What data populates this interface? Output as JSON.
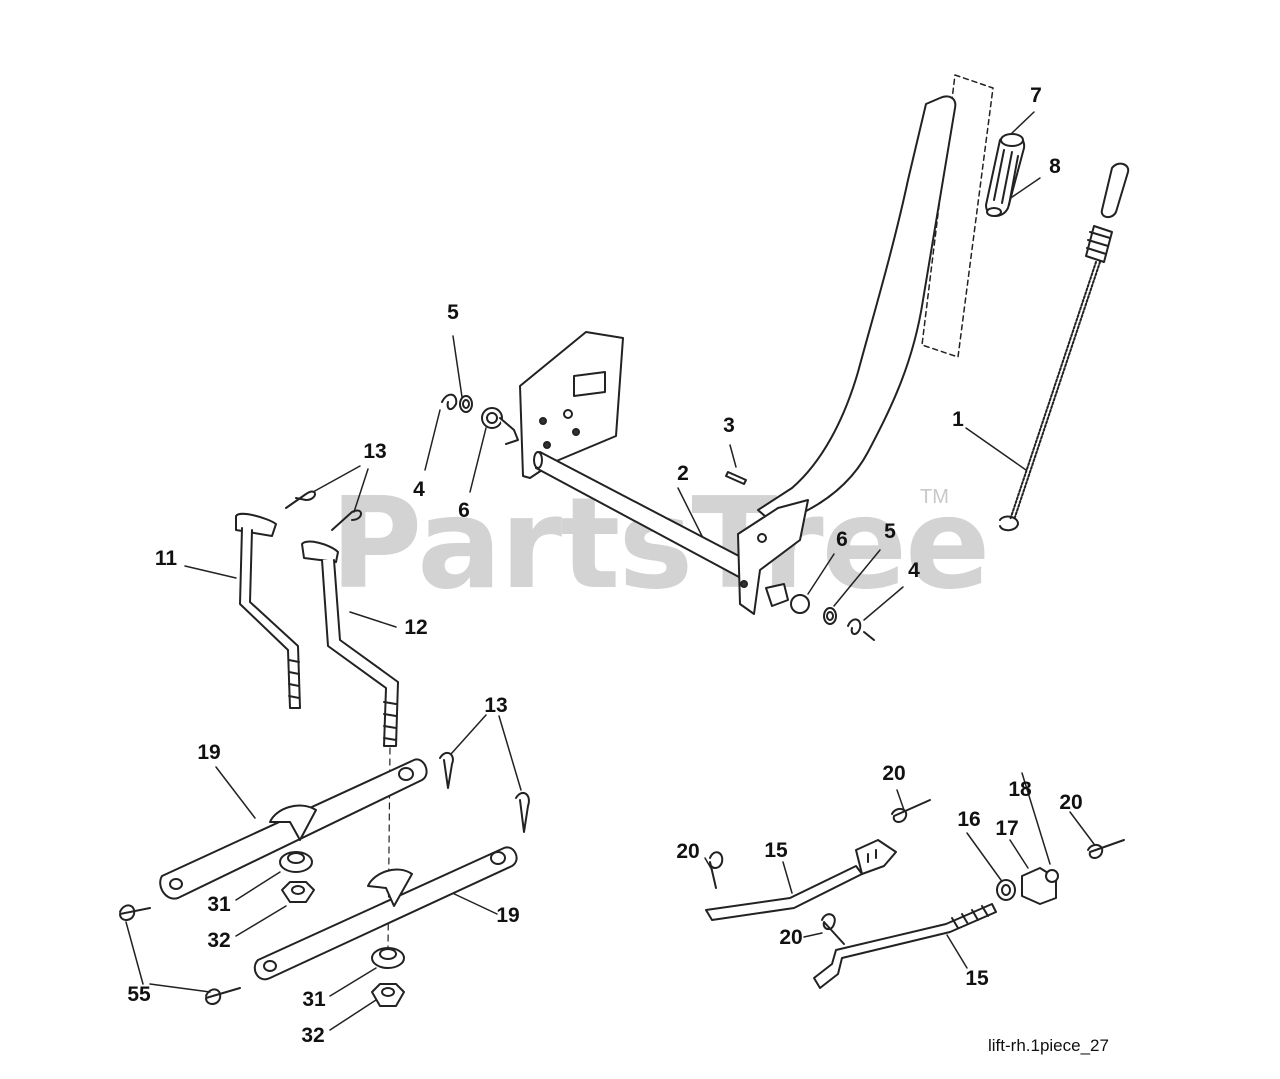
{
  "watermark": {
    "text": "PartsTree",
    "tm": "TM"
  },
  "caption": "lift-rh.1piece_27",
  "callouts": {
    "p1": "1",
    "p2": "2",
    "p3": "3",
    "p4a": "4",
    "p4b": "4",
    "p5a": "5",
    "p5b": "5",
    "p6a": "6",
    "p6b": "6",
    "p7": "7",
    "p8": "8",
    "p11": "11",
    "p12": "12",
    "p13a": "13",
    "p13b": "13",
    "p15a": "15",
    "p15b": "15",
    "p16": "16",
    "p17": "17",
    "p18": "18",
    "p19a": "19",
    "p19b": "19",
    "p20a": "20",
    "p20b": "20",
    "p20c": "20",
    "p20d": "20",
    "p31a": "31",
    "p31b": "31",
    "p32a": "32",
    "p32b": "32",
    "p55": "55"
  }
}
